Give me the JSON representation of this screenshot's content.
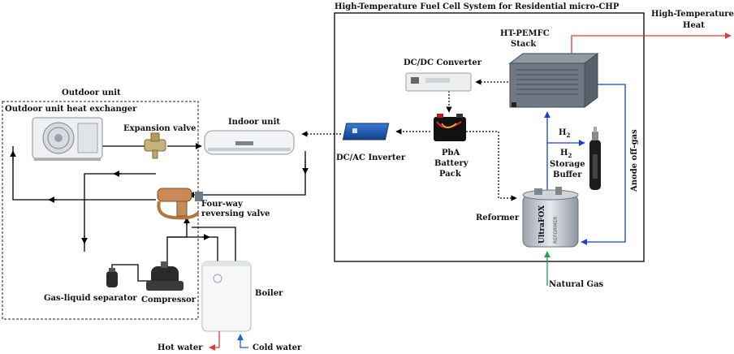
{
  "title": "High-Temperature Fuel Cell System for Residential micro-CHP",
  "labels": {
    "outdoor_unit": "Outdoor unit",
    "outdoor_hx": "Outdoor unit heat exchanger",
    "expansion_valve": "Expansion valve",
    "indoor_unit": "Indoor unit",
    "four_way_1": "Four-way",
    "four_way_2": "reversing valve",
    "gas_liquid": "Gas-liquid separator",
    "compressor": "Compressor",
    "boiler": "Boiler",
    "hot_water": "Hot water",
    "cold_water": "Cold water",
    "dcac": "DC/AC Inverter",
    "pba_1": "PbA",
    "pba_2": "Battery",
    "pba_3": "Pack",
    "dcdc": "DC/DC Converter",
    "stack_1": "HT-PEMFC",
    "stack_2": "Stack",
    "ht_heat_1": "High-Temperature",
    "ht_heat_2": "Heat",
    "h2": "H",
    "h2_sub": "2",
    "storage_h2": "H",
    "storage_1": "Storage",
    "storage_2": "Buffer",
    "anode": "Anode off-gas",
    "reformer": "Reformer",
    "natural_gas": "Natural Gas",
    "reformer_brand": "UltraFOX",
    "reformer_brand_sub": "REFORMER"
  },
  "colors": {
    "refrigerant": "#000000",
    "heat": "#e53935",
    "hydrogen": "#1a3fd6",
    "natural_gas": "#17a34a",
    "hot_water": "#e53935",
    "cold_water": "#1f5fd6"
  }
}
